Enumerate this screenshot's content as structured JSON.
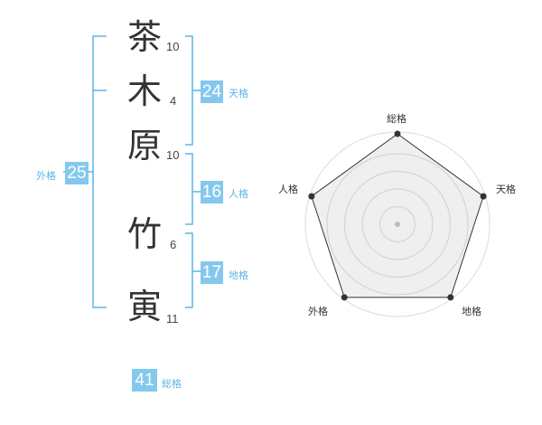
{
  "characters": [
    {
      "char": "茶",
      "strokes": "10"
    },
    {
      "char": "木",
      "strokes": "4"
    },
    {
      "char": "原",
      "strokes": "10"
    },
    {
      "char": "竹",
      "strokes": "6"
    },
    {
      "char": "寅",
      "strokes": "11"
    }
  ],
  "fortunes": {
    "tenkaku": {
      "value": "24",
      "label": "天格"
    },
    "jinkaku": {
      "value": "16",
      "label": "人格"
    },
    "chikaku": {
      "value": "17",
      "label": "地格"
    },
    "gaikaku": {
      "value": "25",
      "label": "外格"
    },
    "soukaku": {
      "value": "41",
      "label": "総格"
    }
  },
  "colors": {
    "accent": "#85c8ee",
    "bracket": "#5bb6e6",
    "radar_fill": "#efefef"
  },
  "chart_data": {
    "type": "radar",
    "axes": [
      "総格",
      "天格",
      "地格",
      "外格",
      "人格"
    ],
    "values": [
      1,
      1,
      1,
      1,
      1
    ],
    "rings": 5
  }
}
